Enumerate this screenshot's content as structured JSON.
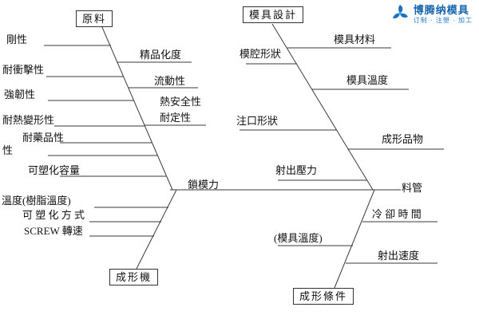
{
  "logo": {
    "brand": "博腾纳模具",
    "tagline": "订制 · 注塑 · 加工",
    "brand_color": "#1565ad"
  },
  "spine": {
    "mid_label": "鎖模力",
    "head_label": "料管"
  },
  "branches": {
    "raw_material": {
      "title": "原料",
      "left_items": [
        "剛性",
        "耐衝擊性",
        "強韌性",
        "耐熱變形性",
        "耐藥品性",
        "性",
        "可塑化容量"
      ],
      "right_items": [
        "精品化度",
        "流動性",
        "熱安全性",
        "耐定性"
      ]
    },
    "mold_design": {
      "title": "模具設計",
      "left_items": [
        "模腔形狀",
        "注口形狀",
        "射出壓力"
      ],
      "right_items": [
        "模具材料",
        "模具溫度",
        "成形品物"
      ]
    },
    "molding_machine": {
      "title": "成形機",
      "items": [
        "溫度(樹脂溫度)",
        "可 塑 化 方 式",
        "SCREW 轉速"
      ]
    },
    "molding_conditions": {
      "title": "成形條件",
      "items": [
        "冷 卻 時 間",
        "(模具溫度)",
        "射出速度"
      ]
    }
  }
}
